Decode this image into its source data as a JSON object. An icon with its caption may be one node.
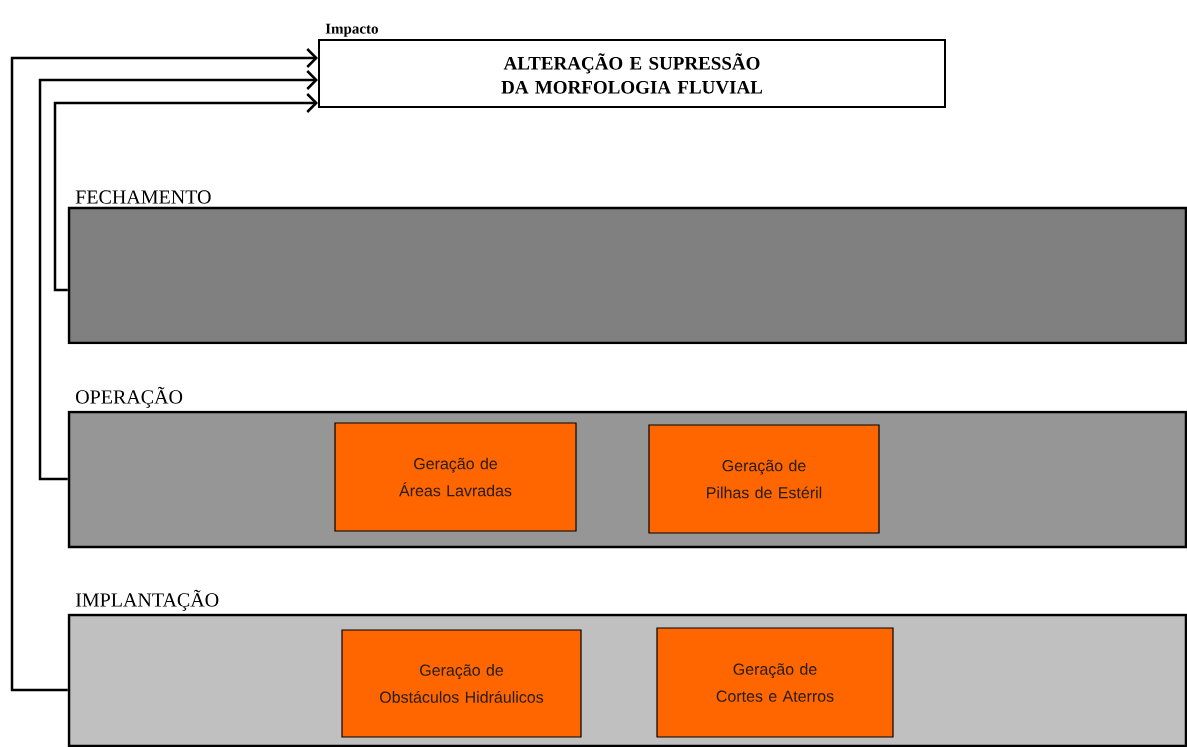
{
  "diagram": {
    "nodes": [
      {
        "text": [
          "Impacto",
          "ALTERAÇÃO E SUPRESSÃO DA MORFOLOGIA FLUVIAL"
        ]
      },
      {
        "text": [
          "FECHAMENTO"
        ]
      },
      {
        "text": [
          "OPERAÇÃO"
        ]
      },
      {
        "text": [
          "Geração de Áreas Lavradas"
        ],
        "in": 2
      },
      {
        "text": [
          "Geração de Pilhas de Estéril"
        ],
        "in": 2
      },
      {
        "text": [
          "IMPLANTAÇÃO"
        ]
      },
      {
        "text": [
          "Geração de Obstáculos Hidráulicos"
        ],
        "in": 5
      },
      {
        "text": [
          "Geração de Cortes e Aterros"
        ],
        "in": 5
      }
    ],
    "edges": [
      {
        "from": 1,
        "to": 0,
        "arrow": "to"
      },
      {
        "from": 2,
        "to": 0,
        "arrow": "to"
      },
      {
        "from": 5,
        "to": 0,
        "arrow": "to"
      }
    ]
  }
}
